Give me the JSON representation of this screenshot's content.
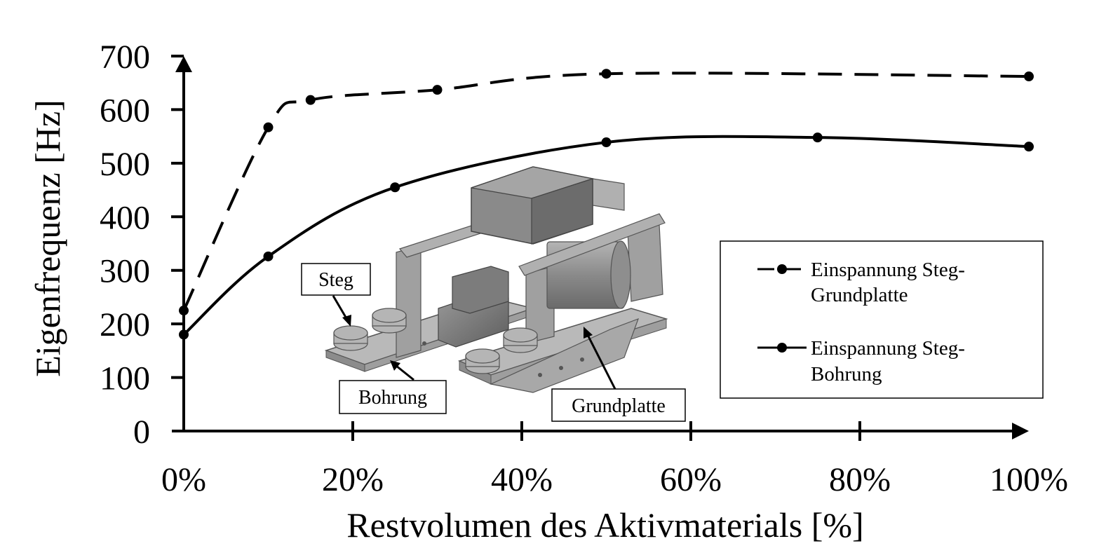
{
  "chart_data": {
    "type": "line",
    "xlabel": "Restvolumen des Aktivmaterials [%]",
    "ylabel": "Eigenfrequenz [Hz]",
    "xlim": [
      0,
      100
    ],
    "ylim": [
      0,
      700
    ],
    "x_ticks": [
      0,
      20,
      40,
      60,
      80,
      100
    ],
    "x_tick_labels": [
      "0%",
      "20%",
      "40%",
      "60%",
      "80%",
      "100%"
    ],
    "y_ticks": [
      0,
      100,
      200,
      300,
      400,
      500,
      600,
      700
    ],
    "y_tick_labels": [
      "0",
      "100",
      "200",
      "300",
      "400",
      "500",
      "600",
      "700"
    ],
    "grid": false,
    "legend_position": "right",
    "series": [
      {
        "name_lines": [
          "Einspannung Steg-",
          "Grundplatte"
        ],
        "style": "dashed",
        "color": "#000000",
        "points": [
          {
            "x": 0,
            "y": 225
          },
          {
            "x": 10,
            "y": 567
          },
          {
            "x": 15,
            "y": 618
          },
          {
            "x": 30,
            "y": 637
          },
          {
            "x": 50,
            "y": 667
          },
          {
            "x": 100,
            "y": 662
          }
        ]
      },
      {
        "name_lines": [
          "Einspannung Steg-",
          "Bohrung"
        ],
        "style": "solid",
        "color": "#000000",
        "points": [
          {
            "x": 0,
            "y": 180
          },
          {
            "x": 10,
            "y": 326
          },
          {
            "x": 25,
            "y": 455
          },
          {
            "x": 50,
            "y": 539
          },
          {
            "x": 75,
            "y": 548
          },
          {
            "x": 100,
            "y": 531
          }
        ]
      }
    ],
    "inset": {
      "description_icon": "mechanical-assembly-image",
      "labels": [
        "Steg",
        "Bohrung",
        "Grundplatte"
      ]
    }
  }
}
